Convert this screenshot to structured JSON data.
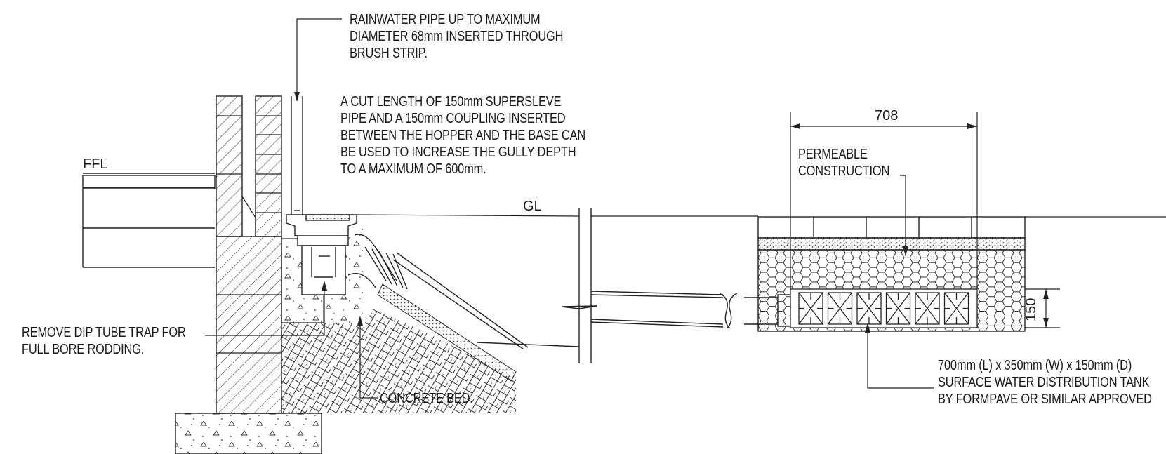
{
  "labels": {
    "ffl": "FFL",
    "gl": "GL",
    "dim_width": "708",
    "dim_height": "150",
    "rainwater_pipe": "RAINWATER PIPE UP TO MAXIMUM\nDIAMETER 68mm INSERTED THROUGH\nBRUSH STRIP.",
    "cut_length": "A CUT LENGTH OF 150mm SUPERSLEVE\nPIPE AND A 150mm COUPLING INSERTED\nBETWEEN THE HOPPER AND THE BASE CAN\nBE USED TO INCREASE THE GULLY DEPTH\nTO A MAXIMUM OF 600mm.",
    "permeable": "PERMEABLE\nCONSTRUCTION",
    "dip_tube": "REMOVE DIP TUBE TRAP FOR\nFULL BORE RODDING.",
    "concrete_bed": "CONCRETE BED.",
    "tank": "700mm (L) x 350mm (W) x 150mm (D)\nSURFACE WATER DISTRIBUTION TANK\nBY FORMPAVE OR SIMILAR APPROVED"
  }
}
